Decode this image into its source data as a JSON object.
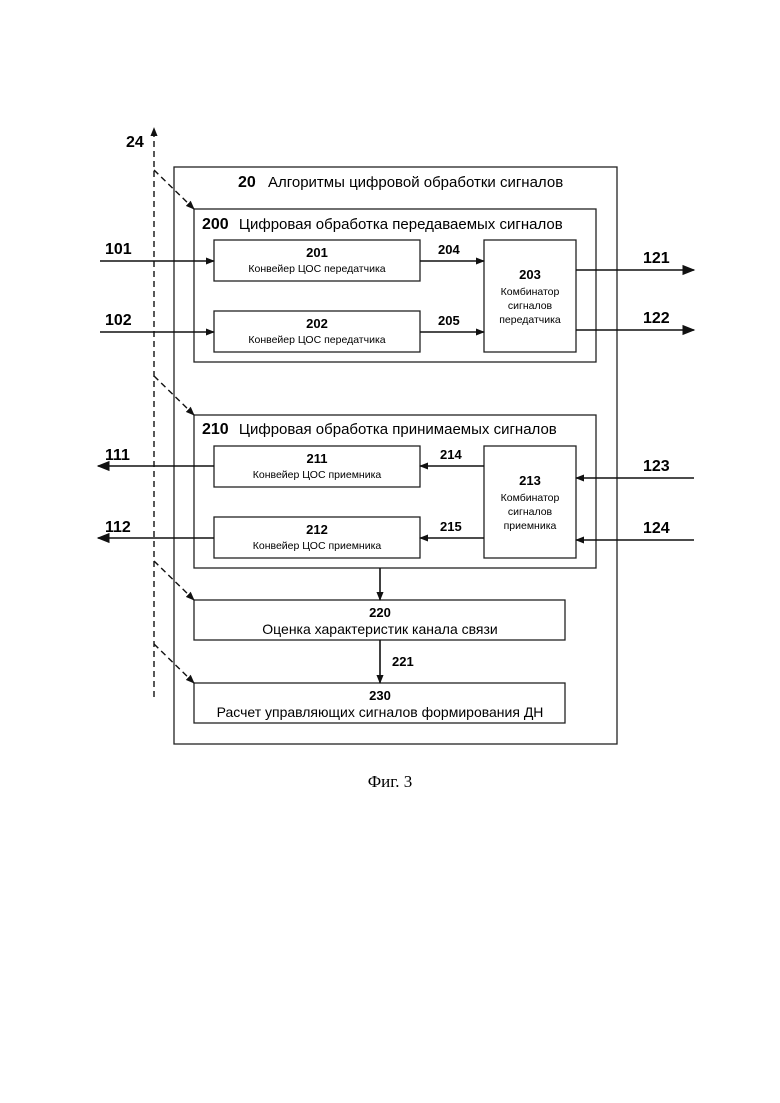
{
  "outer": {
    "num": "20",
    "title": "Алгоритмы цифровой обработки сигналов"
  },
  "tx": {
    "num": "200",
    "title": "Цифровая обработка передаваемых сигналов"
  },
  "tx201": {
    "num": "201",
    "label": "Конвейер ЦОС передатчика"
  },
  "tx202": {
    "num": "202",
    "label": "Конвейер ЦОС передатчика"
  },
  "tx203": {
    "num": "203",
    "lines": [
      "Комбинатор",
      "сигналов",
      "передатчика"
    ]
  },
  "rx": {
    "num": "210",
    "title": "Цифровая обработка принимаемых сигналов"
  },
  "rx211": {
    "num": "211",
    "label": "Конвейер ЦОС приемника"
  },
  "rx212": {
    "num": "212",
    "label": "Конвейер ЦОС приемника"
  },
  "rx213": {
    "num": "213",
    "lines": [
      "Комбинатор",
      "сигналов",
      "приемника"
    ]
  },
  "b220": {
    "num": "220",
    "label": "Оценка характеристик канала связи"
  },
  "b230": {
    "num": "230",
    "label": "Расчет управляющих сигналов формирования ДН"
  },
  "signals": {
    "s24": "24",
    "s101": "101",
    "s102": "102",
    "s121": "121",
    "s122": "122",
    "s111": "111",
    "s112": "112",
    "s123": "123",
    "s124": "124",
    "s204": "204",
    "s205": "205",
    "s214": "214",
    "s215": "215",
    "s221": "221"
  },
  "figure_caption": "Фиг. 3"
}
